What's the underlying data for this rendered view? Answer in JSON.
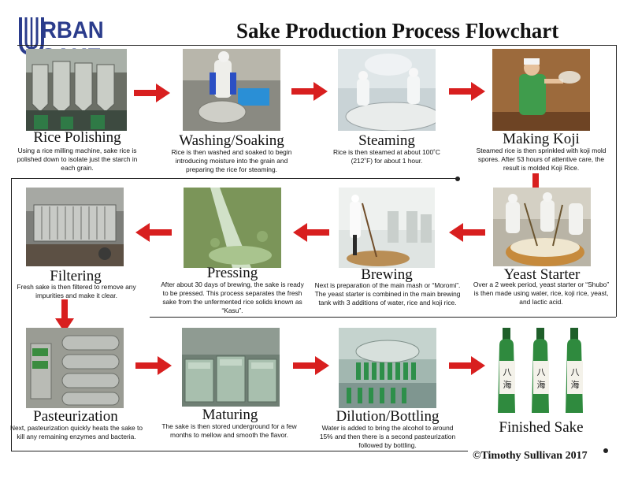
{
  "brand": {
    "logo_text": "RBAN SAKE",
    "color": "#2b3c8c"
  },
  "title": "Sake Production Process Flowchart",
  "accent_arrow_color": "#d81f1f",
  "steps": [
    {
      "title": "Rice Polishing",
      "desc": "Using a rice milling machine, sake rice is polished down to isolate just the starch in each grain."
    },
    {
      "title": "Washing/Soaking",
      "desc": "Rice is then washed and soaked to begin introducing moisture into the grain and preparing the rice for steaming."
    },
    {
      "title": "Steaming",
      "desc": "Rice is then steamed at about 100˚C (212˚F) for about 1 hour."
    },
    {
      "title": "Making Koji",
      "desc": "Steamed rice is then sprinkled with koji mold spores.  After 53 hours of attentive care, the result is molded Koji Rice."
    },
    {
      "title": "Yeast Starter",
      "desc": "Over a 2 week period, yeast starter or “Shubo” is then made using water, rice, koji rice, yeast, and lactic acid."
    },
    {
      "title": "Brewing",
      "desc": "Next is preparation of the main mash or “Moromi”.  The yeast starter is combined in the main brewing tank with 3 additions of water, rice and koji rice."
    },
    {
      "title": "Pressing",
      "desc": "After about 30 days of brewing, the sake is ready to be pressed.  This process separates the fresh sake from the unfermented rice solids known as “Kasu”."
    },
    {
      "title": "Filtering",
      "desc": "Fresh sake is then filtered to remove any impurities and make it clear."
    },
    {
      "title": "Pasteurization",
      "desc": "Next, pasteurization quickly heats the sake to kill any remaining enzymes and bacteria."
    },
    {
      "title": "Maturing",
      "desc": "The sake is then stored underground for a few months to mellow and smooth the flavor."
    },
    {
      "title": "Dilution/Bottling",
      "desc": "Water is added to bring the alcohol to around 15% and then there is a second pasteurization followed by bottling."
    },
    {
      "title": "Finished Sake",
      "desc": ""
    }
  ],
  "copyright": "©Timothy Sullivan 2017"
}
